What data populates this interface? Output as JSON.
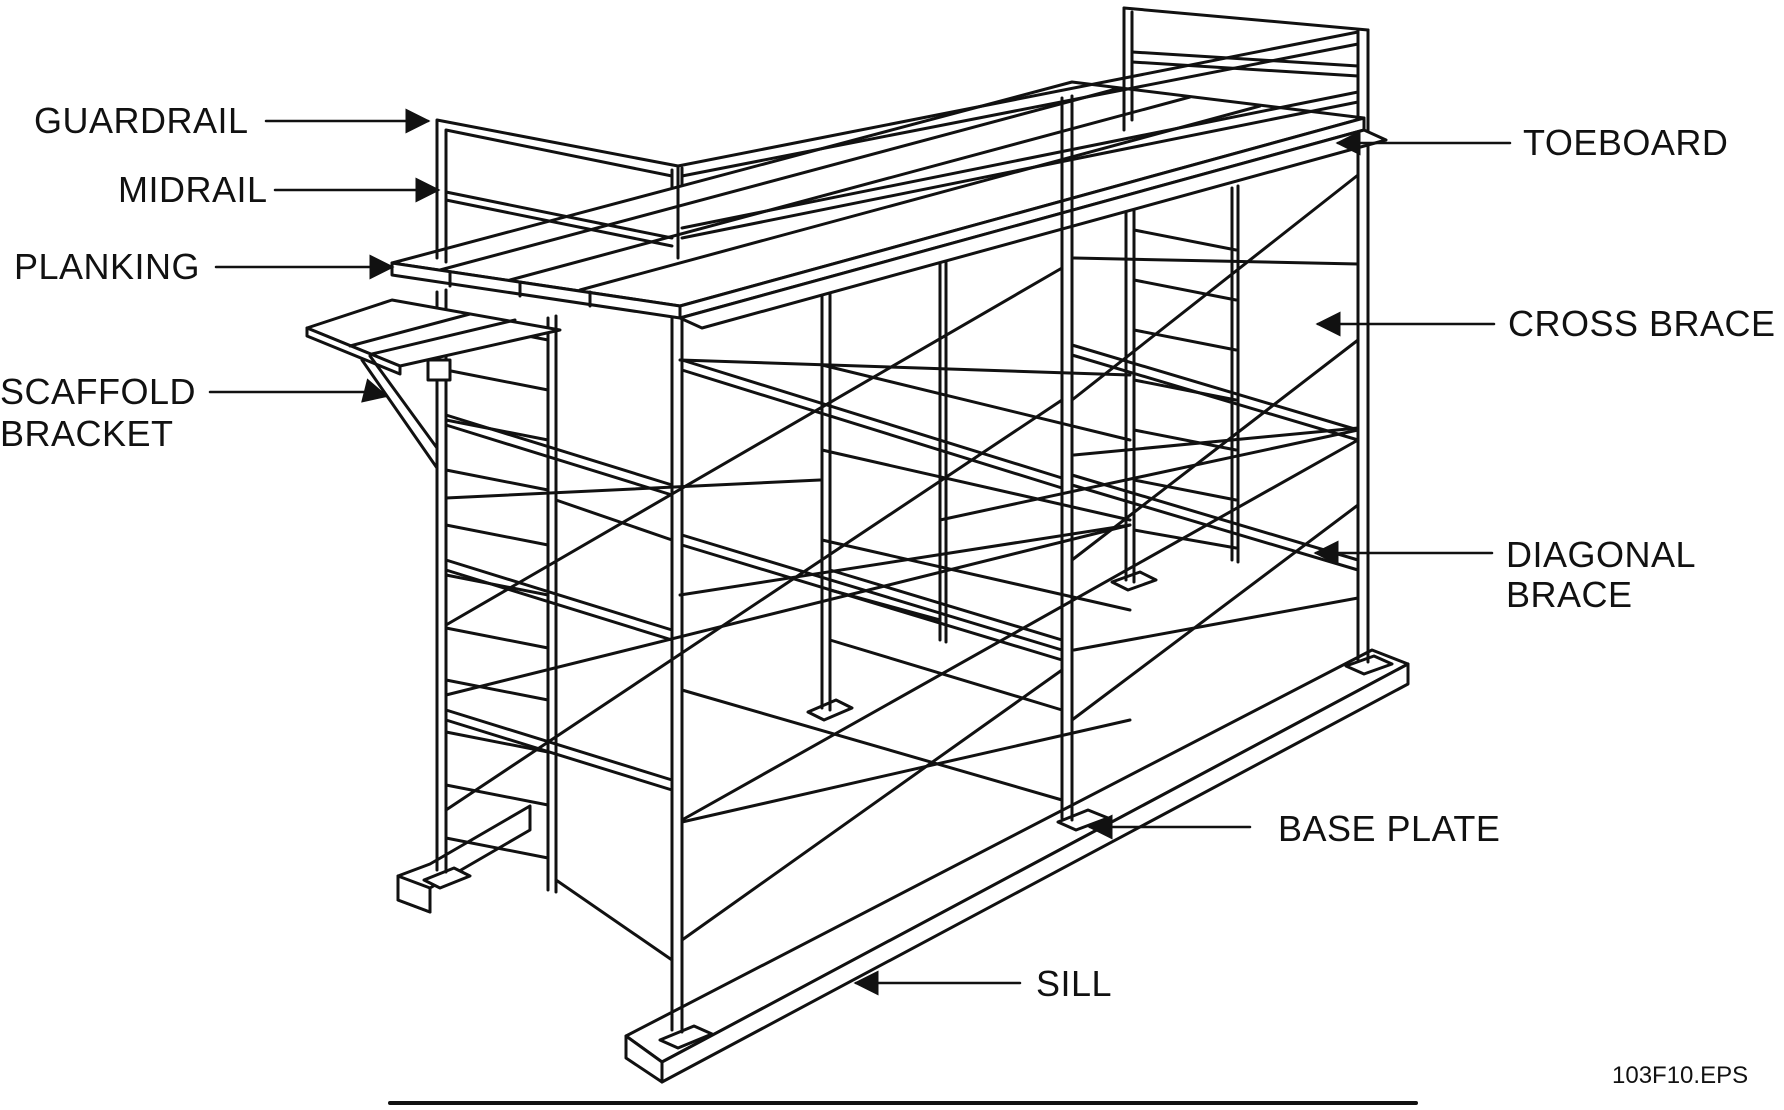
{
  "labels": {
    "guardrail": "GUARDRAIL",
    "midrail": "MIDRAIL",
    "planking": "PLANKING",
    "scaffold_bracket_line1": "SCAFFOLD",
    "scaffold_bracket_line2": "BRACKET",
    "toeboard": "TOEBOARD",
    "cross_brace": "CROSS BRACE",
    "diagonal_brace_line1": "DIAGONAL",
    "diagonal_brace_line2": "BRACE",
    "base_plate": "BASE PLATE",
    "sill": "SILL"
  },
  "figure_id": "103F10.EPS",
  "colors": {
    "ink": "#111111",
    "paper": "#ffffff"
  }
}
